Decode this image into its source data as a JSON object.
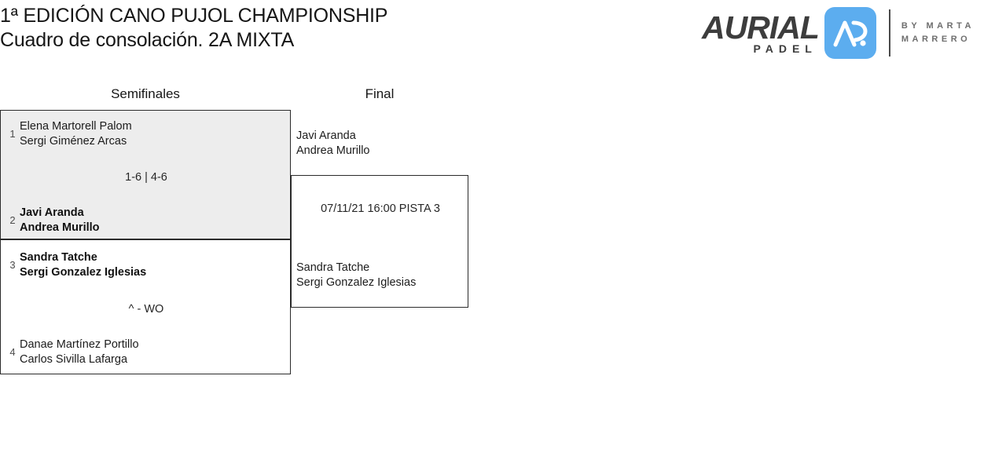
{
  "header": {
    "title_line1": "1ª EDICIÓN CANO PUJOL CHAMPIONSHIP",
    "title_line2": "Cuadro de consolación. 2A MIXTA"
  },
  "brand": {
    "name": "AURIAL",
    "sub": "PADEL",
    "mark_icon": "ap-monogram-icon",
    "by_line1": "BY MARTA",
    "by_line2": "MARRERO",
    "mark_color": "#5cadef",
    "text_color": "#3d3d3d"
  },
  "bracket": {
    "rounds": [
      {
        "label": "Semifinales"
      },
      {
        "label": "Final"
      }
    ],
    "matches": [
      {
        "id": "sf1",
        "highlight": true,
        "score": "1-6 | 4-6",
        "teams": [
          {
            "seed": "1",
            "player1": "Elena Martorell Palom",
            "player2": "Sergi Giménez Arcas",
            "winner": false
          },
          {
            "seed": "2",
            "player1": "Javi Aranda",
            "player2": "Andrea Murillo",
            "winner": true
          }
        ]
      },
      {
        "id": "sf2",
        "highlight": false,
        "score": "^ - WO",
        "teams": [
          {
            "seed": "3",
            "player1": "Sandra Tatche",
            "player2": "Sergi Gonzalez Iglesias",
            "winner": true
          },
          {
            "seed": "4",
            "player1": "Danae Martínez Portillo",
            "player2": "Carlos Sivilla Lafarga",
            "winner": false
          }
        ]
      },
      {
        "id": "final",
        "highlight": false,
        "meta": "07/11/21 16:00 PISTA 3",
        "teams": [
          {
            "seed": "",
            "player1": "Javi Aranda",
            "player2": "Andrea Murillo",
            "winner": false
          },
          {
            "seed": "",
            "player1": "Sandra Tatche",
            "player2": "Sergi Gonzalez Iglesias",
            "winner": false
          }
        ]
      }
    ]
  }
}
